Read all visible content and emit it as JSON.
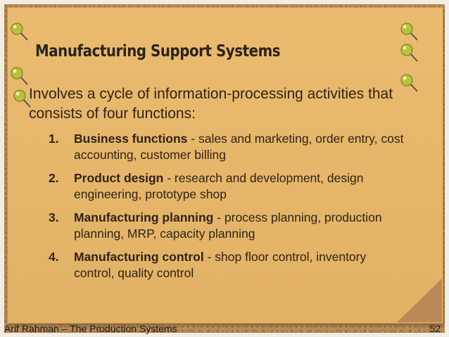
{
  "slide": {
    "title": "Manufacturing Support Systems",
    "intro": "Involves a cycle of information-processing activities that consists of four functions:",
    "items": [
      {
        "num": "1.",
        "term": "Business functions",
        "desc": " - sales and marketing, order entry, cost accounting, customer billing"
      },
      {
        "num": "2.",
        "term": "Product design",
        "desc": " - research and development, design engineering, prototype shop"
      },
      {
        "num": "3.",
        "term": "Manufacturing planning",
        "desc": " - process planning, production planning, MRP, capacity planning"
      },
      {
        "num": "4.",
        "term": "Manufacturing control",
        "desc": " - shop floor control, inventory control, quality control"
      }
    ]
  },
  "footer": {
    "author": "Arif Rahman – The Production Systems",
    "page_number": "52"
  },
  "colors": {
    "paper": "#e9b768",
    "cork": "#b98a55",
    "pin_head": "#b8c23a",
    "text": "#2e2414"
  },
  "icons": {
    "pins": [
      "pushpin-icon",
      "pushpin-icon",
      "pushpin-icon",
      "pushpin-icon",
      "pushpin-icon",
      "pushpin-icon"
    ]
  }
}
